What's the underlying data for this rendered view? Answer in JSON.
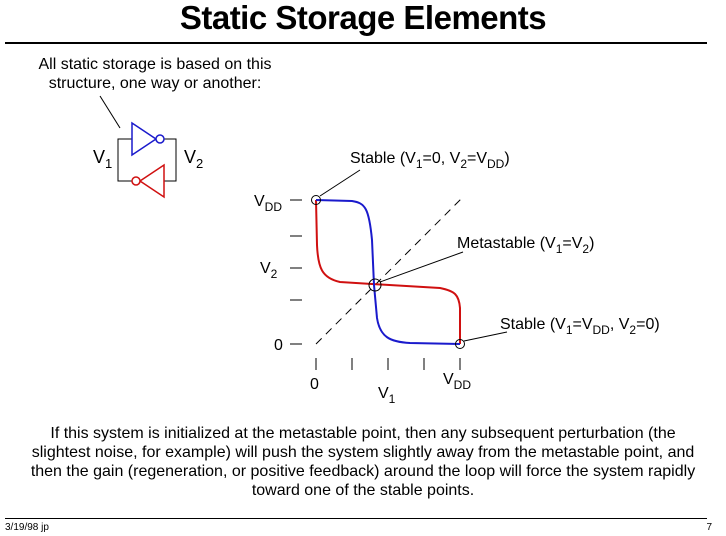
{
  "title": "Static Storage Elements",
  "intro": "All static storage is based on this structure, one way or another:",
  "inverter_labels": {
    "left": "V",
    "left_sub": "1",
    "right": "V",
    "right_sub": "2"
  },
  "plot": {
    "y_ticks": [
      {
        "main": "V",
        "sub": "DD"
      },
      {
        "main": "V",
        "sub": "2"
      },
      {
        "main": "0",
        "sub": ""
      }
    ],
    "x_ticks": [
      {
        "main": "0",
        "sub": ""
      },
      {
        "main": "V",
        "sub": "1"
      },
      {
        "main": "V",
        "sub": "DD"
      }
    ]
  },
  "annotations": {
    "stable_top": [
      {
        "t": "Stable (V"
      },
      {
        "t": "1",
        "sub": true
      },
      {
        "t": "=0, V"
      },
      {
        "t": "2",
        "sub": true
      },
      {
        "t": "=V"
      },
      {
        "t": "DD",
        "sub": true
      },
      {
        "t": ")"
      }
    ],
    "metastable": [
      {
        "t": "Metastable (V"
      },
      {
        "t": "1",
        "sub": true
      },
      {
        "t": "=V"
      },
      {
        "t": "2",
        "sub": true
      },
      {
        "t": ")"
      }
    ],
    "stable_bottom": [
      {
        "t": "Stable (V"
      },
      {
        "t": "1",
        "sub": true
      },
      {
        "t": "=V"
      },
      {
        "t": "DD",
        "sub": true
      },
      {
        "t": ", V"
      },
      {
        "t": "2",
        "sub": true
      },
      {
        "t": "=0)"
      }
    ]
  },
  "paragraph": "If this system is initialized at the metastable point, then any subsequent perturbation (the slightest noise, for example) will push the system slightly away from the metastable point, and then the gain (regeneration, or positive feedback) around the loop will force the system rapidly toward one of the stable points.",
  "footer": {
    "left": "3/19/98 jp",
    "right": "7"
  },
  "colors": {
    "blue": "#1a1acc",
    "red": "#d01010"
  }
}
